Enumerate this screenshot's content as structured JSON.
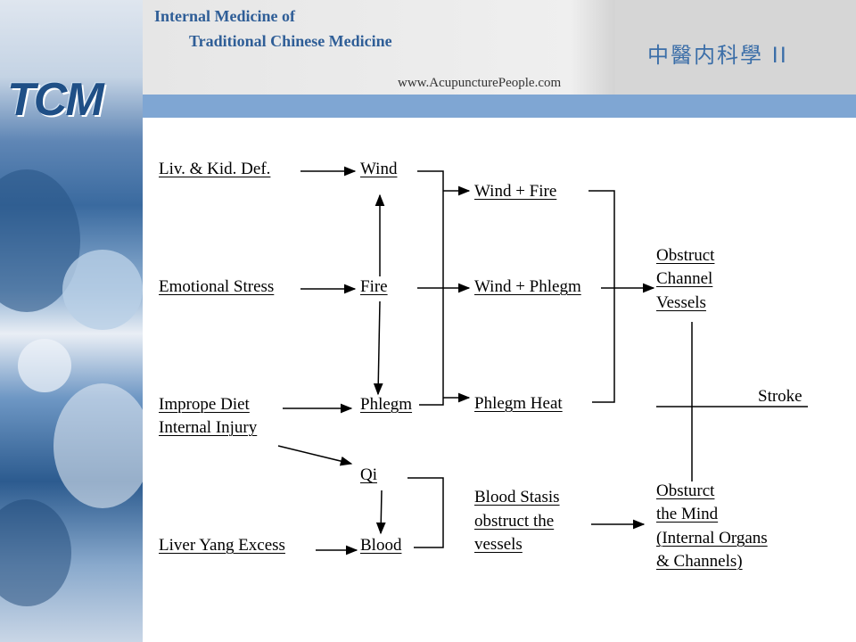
{
  "header": {
    "title_line1": "Internal Medicine of",
    "title_line2": "Traditional Chinese Medicine",
    "website": "www.AcupuncturePeople.com",
    "chinese_title": "中醫内科學 II",
    "logo": "TCM"
  },
  "colors": {
    "header_text": "#2f5e97",
    "blue_bar": "#7fa6d3",
    "logo": "#1f4f86"
  },
  "diagram": {
    "liv_kid_def": "Liv. & Kid. Def.",
    "emotional_stress": "Emotional Stress",
    "improper_diet": "Imprope Diet",
    "internal_injury": "Internal Injury",
    "liver_yang_excess": "Liver Yang Excess",
    "wind": "Wind",
    "fire": "Fire",
    "phlegm": "Phlegm",
    "qi": "Qi",
    "blood": "Blood",
    "wind_fire": "Wind + Fire",
    "wind_phlegm": "Wind + Phlegm",
    "phlegm_heat": "Phlegm Heat",
    "blood_stasis_1": "Blood Stasis",
    "blood_stasis_2": "obstruct the",
    "blood_stasis_3": "vessels",
    "obstruct_channel_1": "Obstruct",
    "obstruct_channel_2": "Channel",
    "obstruct_channel_3": "Vessels",
    "obstruct_mind_1": "Obsturct",
    "obstruct_mind_2": "the Mind",
    "obstruct_mind_3": "(Internal Organs",
    "obstruct_mind_4": "& Channels)",
    "stroke": "Stroke"
  }
}
